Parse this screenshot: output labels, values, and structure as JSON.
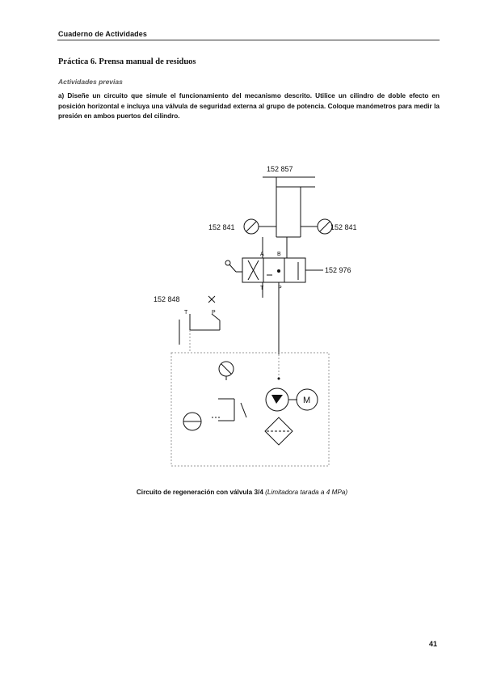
{
  "header": {
    "title": "Cuaderno de Actividades"
  },
  "section": {
    "title": "Práctica 6. Prensa manual de residuos"
  },
  "subheading": "Actividades previas",
  "paragraph": "a) Diseñe un circuito que simule el funcionamiento del mecanismo descrito. Utilice un cilindro de doble efecto en posición horizontal e incluya una válvula de seguridad externa al grupo de potencia. Coloque manómetros para medir la presión en ambos puertos del cilindro.",
  "diagram": {
    "labels": {
      "cylinder": "152 857",
      "gauge_left": "152 841",
      "gauge_right": "152 841",
      "valve": "152 976",
      "relief": "152 848",
      "port_a": "A",
      "port_b": "B",
      "port_t": "T",
      "port_p": "P",
      "relief_t": "T",
      "relief_p": "P",
      "motor": "M"
    }
  },
  "caption": {
    "main": "Circuito de regeneración con válvula 3/4 ",
    "note": "(Limitadora tarada a 4 MPa)"
  },
  "page_number": "41"
}
